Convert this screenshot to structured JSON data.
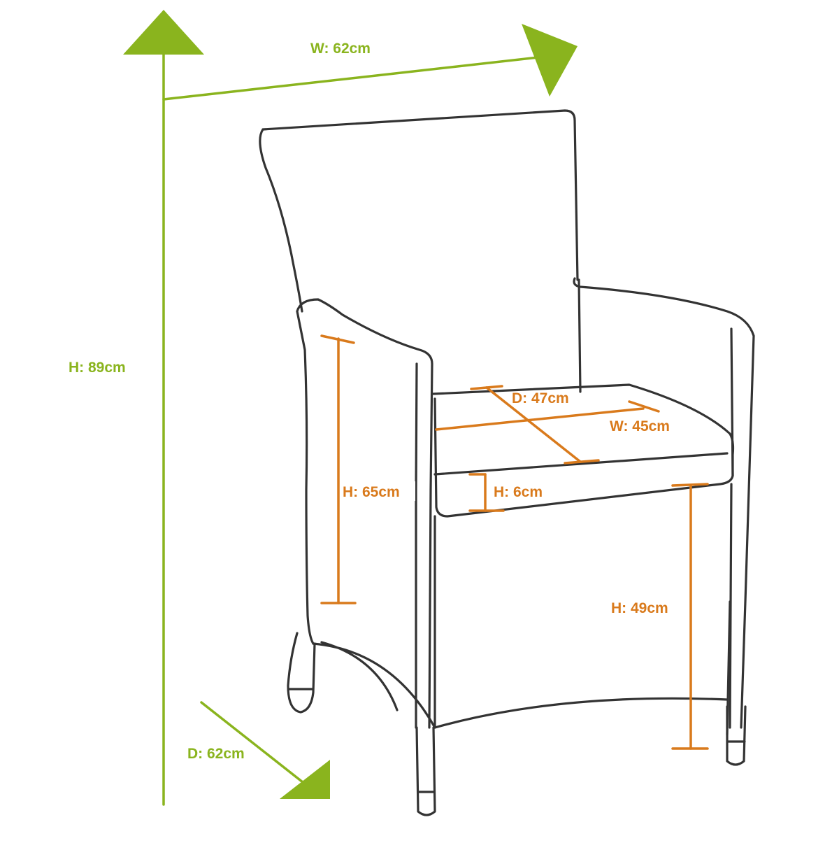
{
  "colors": {
    "overall": "#8ab41e",
    "seat": "#d97a1c",
    "outline": "#333333",
    "background": "#ffffff"
  },
  "overall_dimensions": {
    "width": "W: 62cm",
    "height": "H: 89cm",
    "depth": "D: 62cm"
  },
  "seat_dimensions": {
    "depth": "D: 47cm",
    "width": "W: 45cm",
    "arm_height": "H: 65cm",
    "cushion_height": "H: 6cm",
    "seat_height": "H: 49cm"
  }
}
